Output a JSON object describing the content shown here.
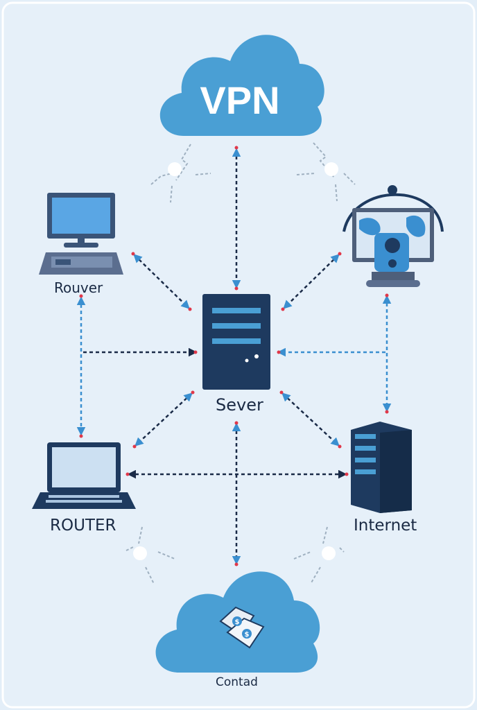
{
  "diagram": {
    "cloud_top_label": "VPN",
    "cloud_bottom_label": "Contad",
    "node_desktop_label": "Rouver",
    "node_server_label": "Sever",
    "node_laptop_label": "ROUTER",
    "node_tower_label": "Internet"
  },
  "icons": [
    "cloud-icon",
    "desktop-computer-icon",
    "globe-monitor-icon",
    "server-icon",
    "laptop-icon",
    "server-tower-icon",
    "money-icon",
    "lightning-spark-icon"
  ],
  "colors": {
    "background": "#e3eef8",
    "cloud": "#4a9fd4",
    "dark_navy": "#1e3a5f",
    "arrow_blue": "#3a8fd0",
    "arrow_dark": "#1a2b48",
    "accent_red": "#e0384a"
  }
}
